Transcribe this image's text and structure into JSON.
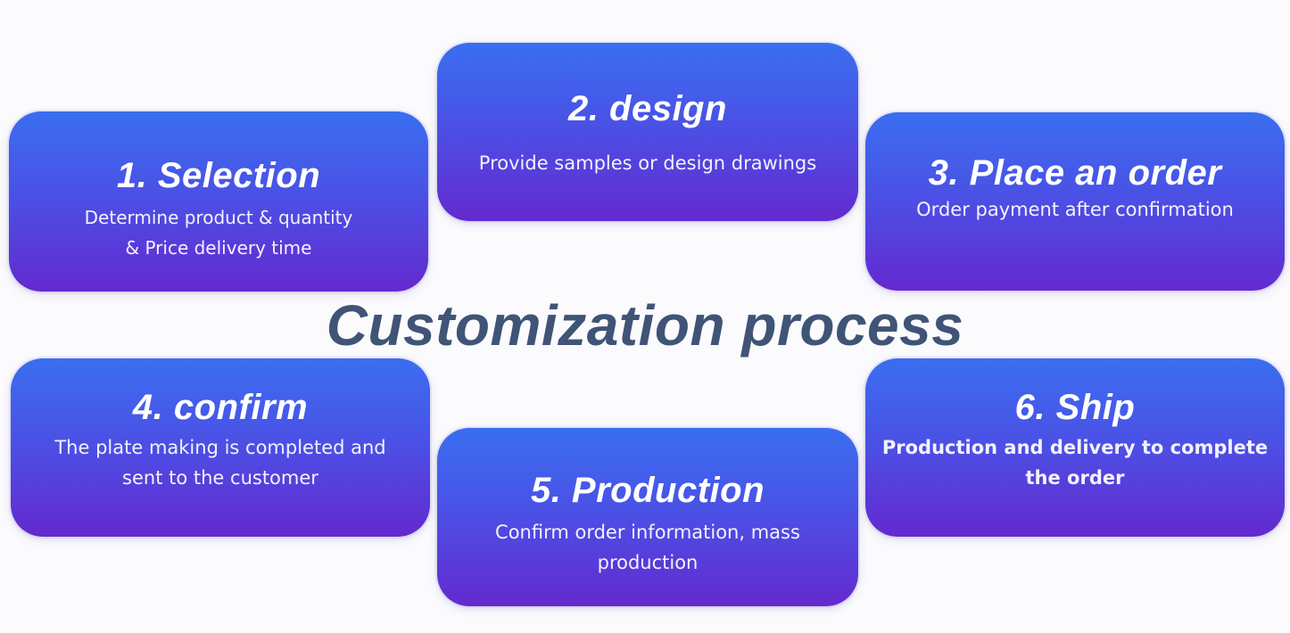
{
  "title": "Customization process",
  "colors": {
    "card_top": "#3a6ef0",
    "card_bottom": "#6429cf",
    "title_text": "#3f5476",
    "card_text": "#ffffff"
  },
  "steps": [
    {
      "title": "1. Selection",
      "description": "Determine product & quantity\n& Price delivery time"
    },
    {
      "title": "2. design",
      "description": "Provide samples or design drawings"
    },
    {
      "title": "3. Place an order",
      "description": "Order payment after confirmation"
    },
    {
      "title": "4. confirm",
      "description": "The plate making is completed and\nsent to the customer"
    },
    {
      "title": "5. Production",
      "description": "Confirm order information, mass\nproduction"
    },
    {
      "title": "6. Ship",
      "description": "Production and delivery to complete\nthe order"
    }
  ]
}
